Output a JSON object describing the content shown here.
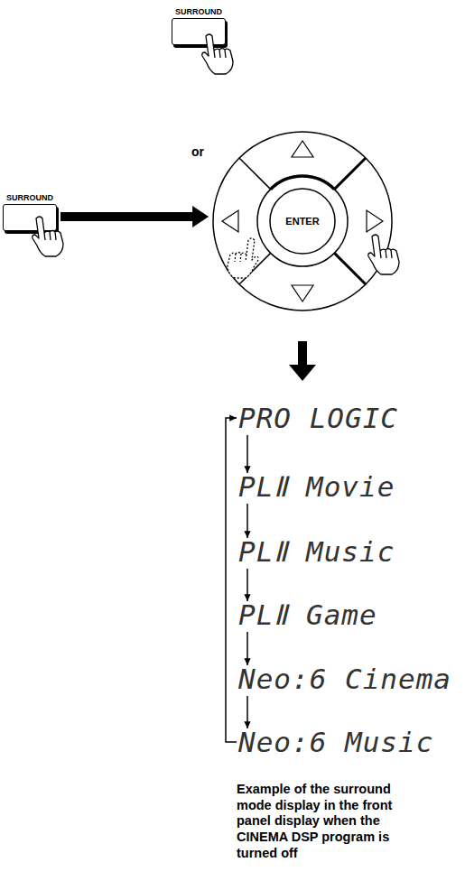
{
  "diagram": {
    "caption": "Example of the surround mode display in the front panel display when the CINEMA DSP program is turned off",
    "nodes": [
      {
        "text": [
          "SURROUND"
        ]
      },
      {
        "text": [
          "SURROUND"
        ]
      },
      {
        "text": [
          "ENTER"
        ]
      },
      {
        "text": [
          "PRO LOGIC"
        ]
      },
      {
        "text": [
          "PLⅡ Movie"
        ]
      },
      {
        "text": [
          "PLⅡ Music"
        ]
      },
      {
        "text": [
          "PLⅡ Game"
        ]
      },
      {
        "text": [
          "Neo:6 Cinema"
        ]
      },
      {
        "text": [
          "Neo:6 Music"
        ]
      }
    ],
    "edges": [
      {
        "from": 1,
        "to": 2,
        "arrow": "to"
      },
      {
        "from": 3,
        "to": 4,
        "arrow": "to"
      },
      {
        "from": 4,
        "to": 5,
        "arrow": "to"
      },
      {
        "from": 5,
        "to": 6,
        "arrow": "to"
      },
      {
        "from": 6,
        "to": 7,
        "arrow": "to"
      },
      {
        "from": 7,
        "to": 8,
        "arrow": "to"
      },
      {
        "from": 8,
        "to": 3,
        "arrow": "to"
      }
    ],
    "labels": [
      "or"
    ]
  }
}
